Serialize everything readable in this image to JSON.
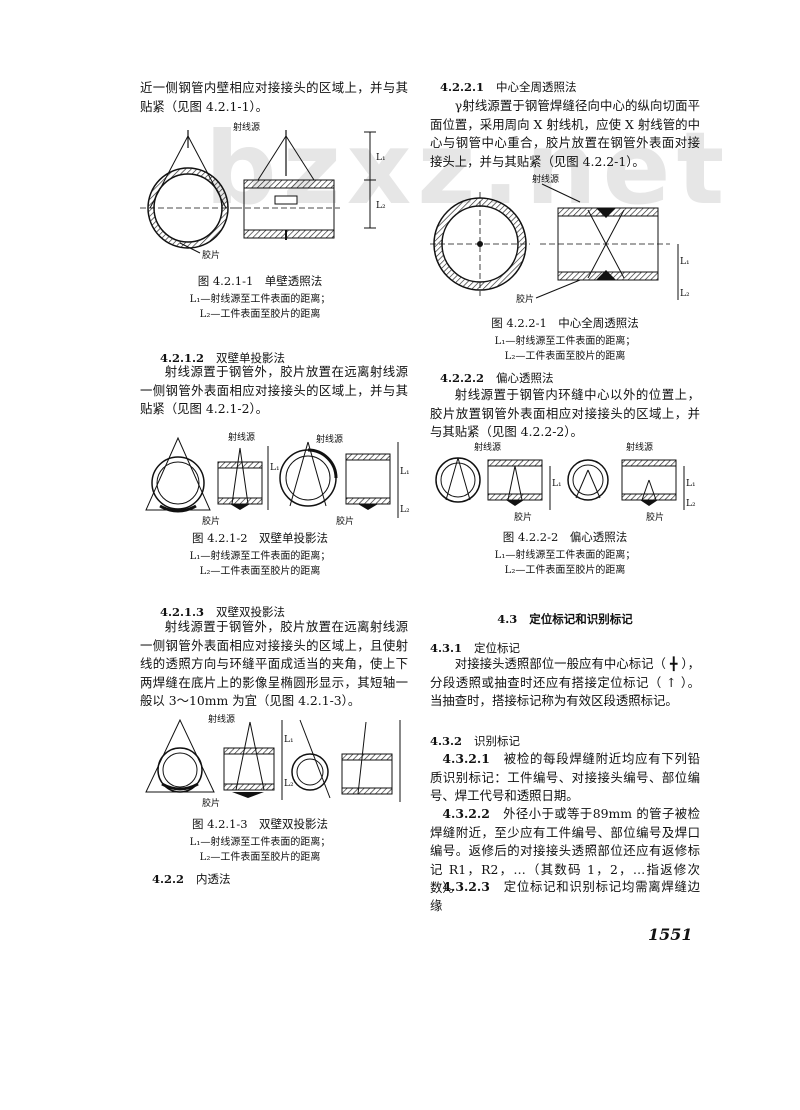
{
  "watermark": "bzxz.net",
  "left": {
    "p_intro": "近一侧钢管内壁相应对接接头的区域上，并与其贴紧（见图 4.2.1-1）。",
    "fig1": {
      "labels": {
        "source": "射线源",
        "film": "胶片",
        "l1": "L₁",
        "l2": "L₂"
      },
      "caption": "图 4.2.1-1　单壁透照法",
      "note1": "L₁—射线源至工件表面的距离；",
      "note2": "L₂—工件表面至胶片的距离"
    },
    "s4212": {
      "num": "4.2.1.2",
      "title": "双壁单投影法"
    },
    "p_4212": "射线源置于钢管外，胶片放置在远离射线源一侧钢管外表面相应对接接头的区域上，并与其贴紧（见图 4.2.1-2）。",
    "fig2": {
      "labels": {
        "source": "射线源",
        "film": "胶片",
        "l1": "L₁",
        "l2": "L₂"
      },
      "caption": "图 4.2.1-2　双壁单投影法",
      "note1": "L₁—射线源至工件表面的距离；",
      "note2": "L₂—工件表面至胶片的距离"
    },
    "s4213": {
      "num": "4.2.1.3",
      "title": "双壁双投影法"
    },
    "p_4213": "射线源置于钢管外，胶片放置在远离射线源一侧钢管外表面相应对接接头的区域上，且使射线的透照方向与环缝平面成适当的夹角，使上下两焊缝在底片上的影像呈椭圆形显示，其短轴一般以 3～10mm 为宜（见图 4.2.1-3）。",
    "fig3": {
      "labels": {
        "source": "射线源",
        "film": "胶片",
        "l1": "L₁",
        "l2": "L₂"
      },
      "caption": "图 4.2.1-3　双壁双投影法",
      "note1": "L₁—射线源至工件表面的距离；",
      "note2": "L₂—工件表面至胶片的距离"
    },
    "s422": {
      "num": "4.2.2",
      "title": "内透法"
    }
  },
  "right": {
    "s4221": {
      "num": "4.2.2.1",
      "title": "中心全周透照法"
    },
    "p_4221": "γ射线源置于钢管焊缝径向中心的纵向切面平面位置，采用周向 X 射线机，应使 X 射线管的中心与钢管中心重合，胶片放置在钢管外表面对接接头上，并与其贴紧（见图 4.2.2-1）。",
    "fig4": {
      "labels": {
        "source": "射线源",
        "film": "胶片",
        "l1": "L₁",
        "l2": "L₂"
      },
      "caption": "图 4.2.2-1　中心全周透照法",
      "note1": "L₁—射线源至工件表面的距离；",
      "note2": "L₂—工件表面至胶片的距离"
    },
    "s4222": {
      "num": "4.2.2.2",
      "title": "偏心透照法"
    },
    "p_4222": "射线源置于钢管内环缝中心以外的位置上，胶片放置钢管外表面相应对接接头的区域上，并与其贴紧（见图 4.2.2-2）。",
    "fig5": {
      "labels": {
        "source": "射线源",
        "film": "胶片",
        "l1": "L₁",
        "l2": "L₂"
      },
      "caption": "图 4.2.2-2　偏心透照法",
      "note1": "L₁—射线源至工件表面的距离；",
      "note2": "L₂—工件表面至胶片的距离"
    },
    "s43": {
      "num": "4.3",
      "title": "定位标记和识别标记"
    },
    "s431": {
      "num": "4.3.1",
      "title": "定位标记"
    },
    "p_431": "对接接头透照部位一般应有中心标记（ ╋ ），分段透照或抽查时还应有搭接定位标记（ ↑ ）。当抽查时，搭接标记称为有效区段透照标记。",
    "s432": {
      "num": "4.3.2",
      "title": "识别标记"
    },
    "s4321": {
      "num": "4.3.2.1",
      "text": "被检的每段焊缝附近均应有下列铅质识别标记：工件编号、对接接头编号、部位编号、焊工代号和透照日期。"
    },
    "s4322": {
      "num": "4.3.2.2",
      "text": "外径小于或等于89mm 的管子被检焊缝附近，至少应有工件编号、部位编号及焊口编号。返修后的对接接头透照部位还应有返修标记 R1，R2，…（其数码 1，2，…指返修次数）。"
    },
    "s4323": {
      "num": "4.3.2.3",
      "text": "定位标记和识别标记均需离焊缝边缘"
    }
  },
  "page_number": "1551"
}
